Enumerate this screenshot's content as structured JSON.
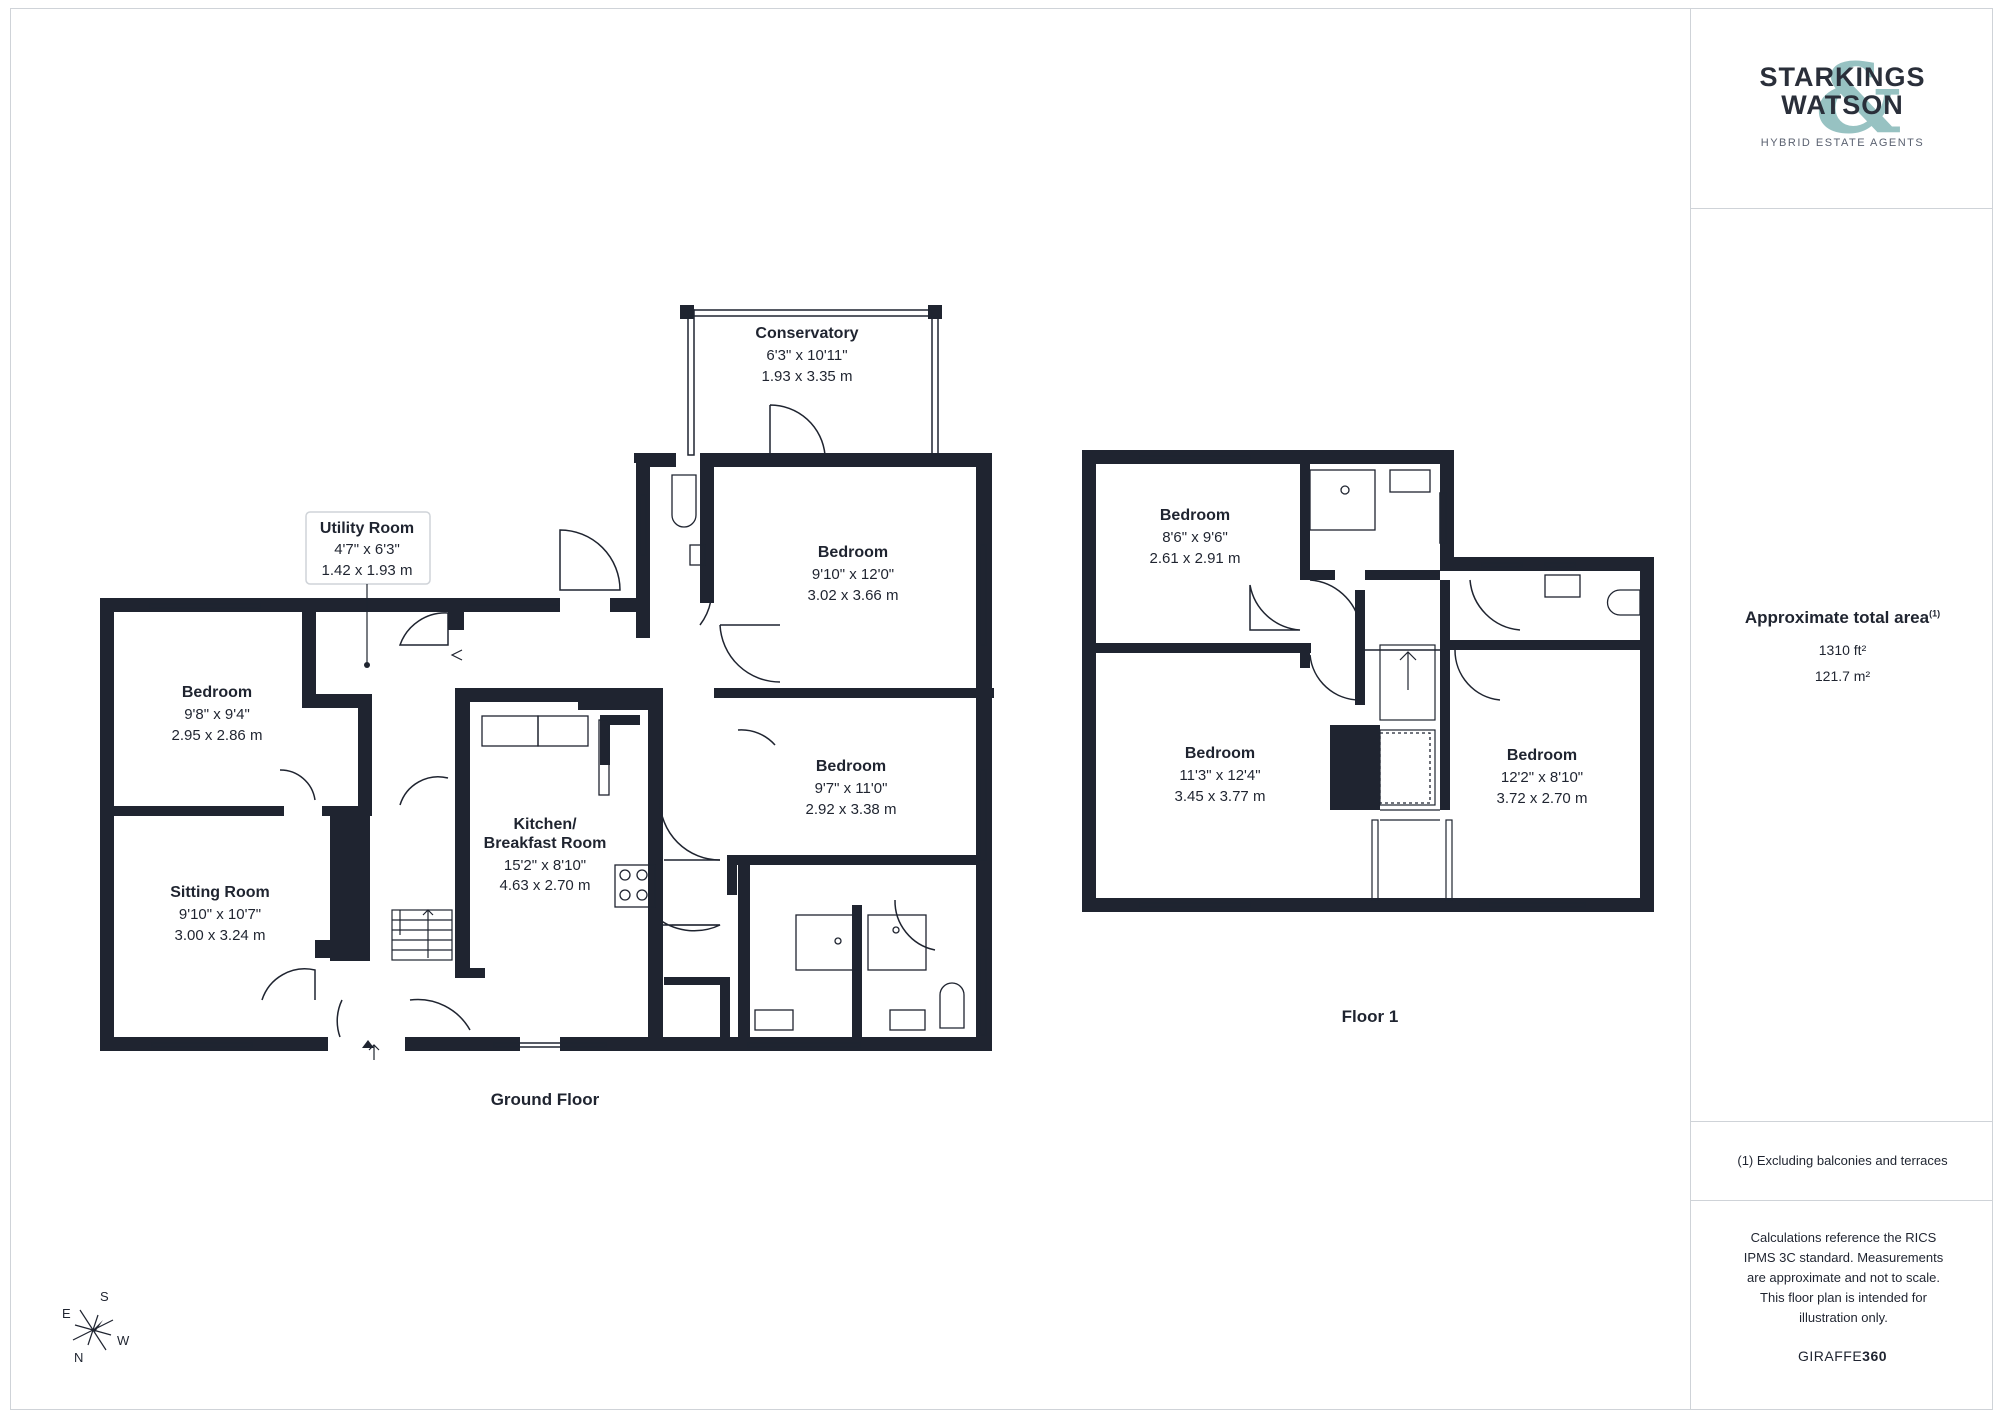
{
  "brand": {
    "logo_line1": "STARKINGS",
    "logo_line2": "WATSON",
    "logo_symbol": "&",
    "tagline": "HYBRID ESTATE AGENTS"
  },
  "area": {
    "title": "Approximate total area",
    "note_mark": "(1)",
    "sqft": "1310 ft²",
    "sqm": "121.7 m²"
  },
  "footnote": "(1) Excluding balconies and terraces",
  "disclaimer": "Calculations reference the RICS IPMS 3C standard. Measurements are approximate and not to scale. This floor plan is intended for illustration only.",
  "maker": {
    "prefix": "GIRAFFE",
    "suffix": "360"
  },
  "compass": {
    "e": "E",
    "s": "S",
    "w": "W",
    "n": "N"
  },
  "ground_floor": {
    "label": "Ground Floor",
    "rooms": {
      "conservatory": {
        "name": "Conservatory",
        "imperial": "6'3\" x 10'11\"",
        "metric": "1.93 x 3.35 m"
      },
      "utility": {
        "name": "Utility Room",
        "imperial": "4'7\" x 6'3\"",
        "metric": "1.42 x 1.93 m"
      },
      "bedroom_top_right": {
        "name": "Bedroom",
        "imperial": "9'10\" x 12'0\"",
        "metric": "3.02 x 3.66 m"
      },
      "bedroom_left": {
        "name": "Bedroom",
        "imperial": "9'8\" x 9'4\"",
        "metric": "2.95 x 2.86 m"
      },
      "bedroom_mid_right": {
        "name": "Bedroom",
        "imperial": "9'7\" x 11'0\"",
        "metric": "2.92 x 3.38 m"
      },
      "kitchen": {
        "name_line1": "Kitchen/",
        "name_line2": "Breakfast Room",
        "imperial": "15'2\" x 8'10\"",
        "metric": "4.63 x 2.70 m"
      },
      "sitting": {
        "name": "Sitting Room",
        "imperial": "9'10\" x 10'7\"",
        "metric": "3.00 x 3.24 m"
      }
    }
  },
  "floor_1": {
    "label": "Floor 1",
    "rooms": {
      "bedroom_tl": {
        "name": "Bedroom",
        "imperial": "8'6\" x 9'6\"",
        "metric": "2.61 x 2.91 m"
      },
      "bedroom_bl": {
        "name": "Bedroom",
        "imperial": "11'3\" x 12'4\"",
        "metric": "3.45 x 3.77 m"
      },
      "bedroom_br": {
        "name": "Bedroom",
        "imperial": "12'2\" x 8'10\"",
        "metric": "3.72 x 2.70 m"
      }
    }
  },
  "colors": {
    "wall": "#1f2430",
    "frame": "#cfd3d8",
    "accent": "#86b8b8"
  }
}
